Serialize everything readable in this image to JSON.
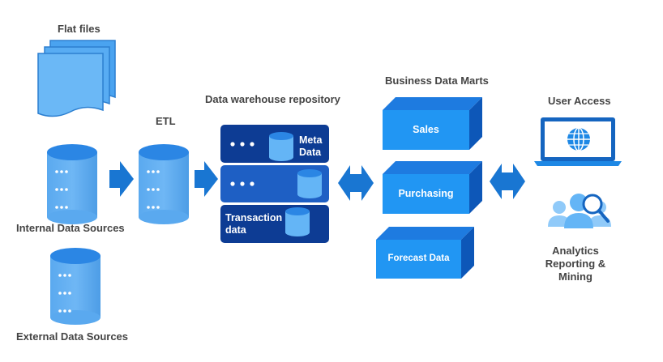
{
  "sources": {
    "flat_files": "Flat files",
    "internal": "Internal Data Sources",
    "external": "External Data Sources"
  },
  "etl": {
    "label": "ETL"
  },
  "warehouse": {
    "title": "Data warehouse repository",
    "meta_line1": "Meta",
    "meta_line2": "Data",
    "transaction_line1": "Transaction",
    "transaction_line2": "data"
  },
  "marts": {
    "title": "Business Data Marts",
    "items": [
      "Sales",
      "Purchasing",
      "Forecast Data"
    ]
  },
  "access": {
    "title": "User Access",
    "analytics_line1": "Analytics",
    "analytics_line2": "Reporting &",
    "analytics_line3": "Mining"
  },
  "colors": {
    "light_blue": "#2196f3",
    "mid_blue": "#1565c0",
    "dark_blue": "#0d3c94",
    "pale_blue": "#64b5f6"
  }
}
